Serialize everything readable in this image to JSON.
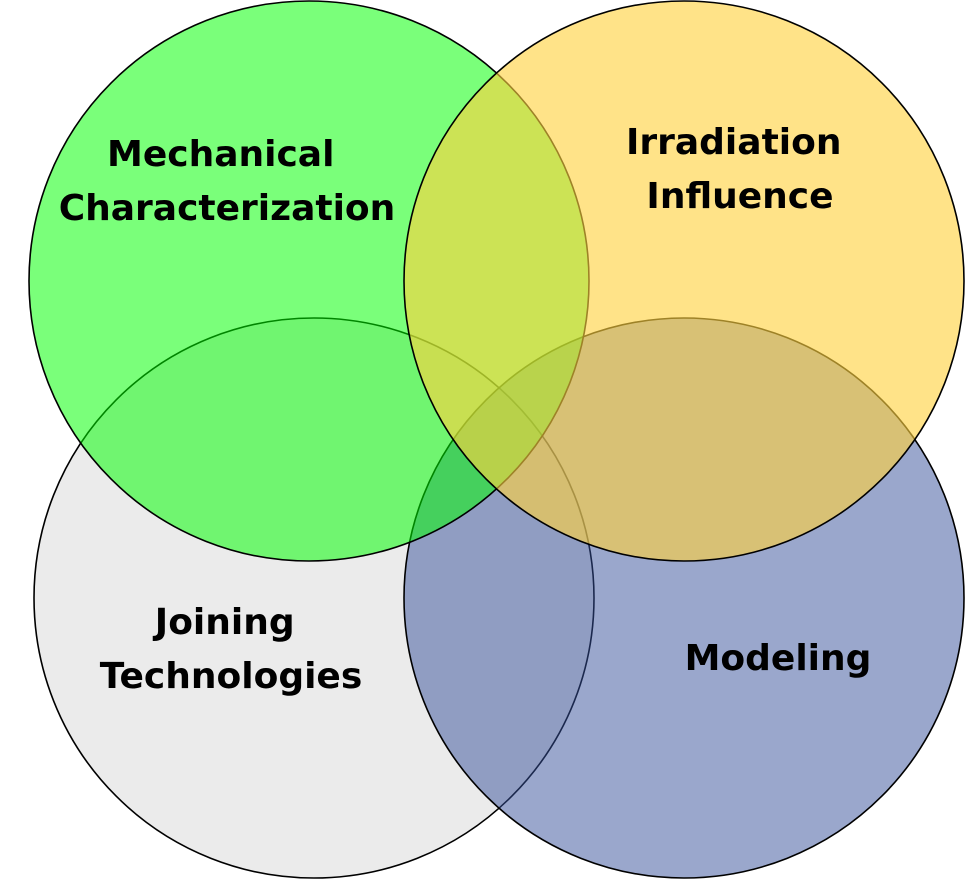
{
  "diagram": {
    "type": "venn",
    "sets": [
      {
        "id": "mechanical",
        "label_lines": [
          "Mechanical",
          "Characterization"
        ],
        "fill": "#00ff00",
        "fill_opacity": 0.52
      },
      {
        "id": "irradiation",
        "label_lines": [
          "Irradiation",
          "Influence"
        ],
        "fill": "#ffd23f",
        "fill_opacity": 0.62
      },
      {
        "id": "joining",
        "label_lines": [
          "Joining",
          "Technologies"
        ],
        "fill": "#d0d0d0",
        "fill_opacity": 0.42
      },
      {
        "id": "modeling",
        "label_lines": [
          "Modeling"
        ],
        "fill": "#36509a",
        "fill_opacity": 0.5
      }
    ],
    "outline_color": "#000000"
  }
}
